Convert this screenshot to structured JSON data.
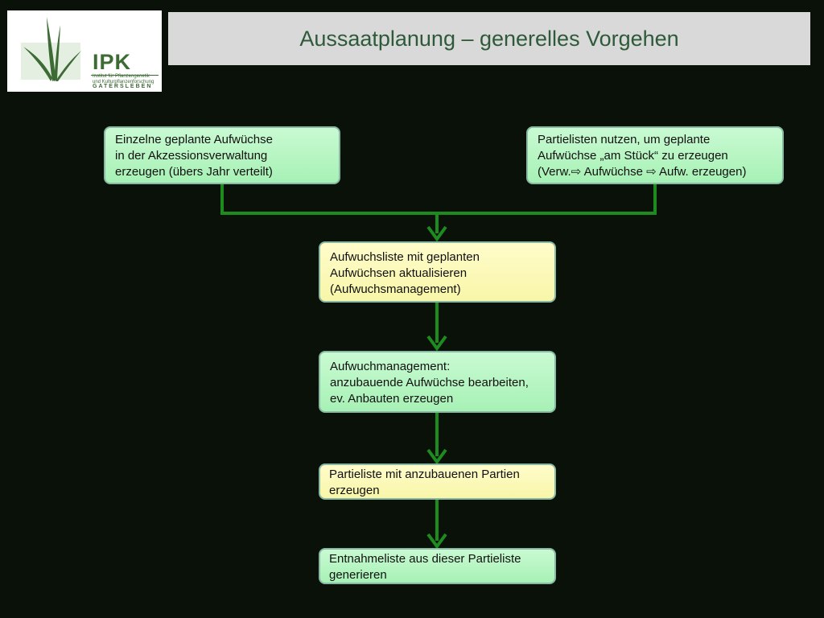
{
  "logo": {
    "abbr": "IPK",
    "line1": "Institut für Pflanzengenetik",
    "line2": "und Kulturpflanzenforschung",
    "city": "GATERSLEBEN"
  },
  "title": "Aussaatplanung – generelles Vorgehen",
  "colors": {
    "background": "#0a1108",
    "title_bar": "#d9d9d9",
    "box_green": "#b4f5c0",
    "box_yellow": "#fcfab8",
    "connector": "#1e8b1e"
  },
  "boxes": {
    "left_top": {
      "lines": [
        "Einzelne geplante Aufwüchse",
        "in der Akzessionsverwaltung",
        "erzeugen (übers Jahr verteilt)"
      ]
    },
    "right_top": {
      "lines": [
        "Partielisten nutzen, um geplante",
        "Aufwüchse „am Stück“ zu erzeugen",
        "(Verw.⇨ Aufwüchse ⇨ Aufw. erzeugen)"
      ]
    },
    "step1": {
      "lines": [
        "Aufwuchsliste mit geplanten",
        "Aufwüchsen aktualisieren",
        "(Aufwuchsmanagement)"
      ]
    },
    "step2": {
      "lines": [
        "Aufwuchmanagement:",
        "anzubauende Aufwüchse bearbeiten,",
        "ev. Anbauten erzeugen"
      ]
    },
    "step3": {
      "lines": [
        "Partieliste mit anzubauenen Partien",
        "erzeugen"
      ]
    },
    "step4": {
      "lines": [
        "Entnahmeliste aus dieser Partieliste",
        "generieren"
      ]
    }
  }
}
